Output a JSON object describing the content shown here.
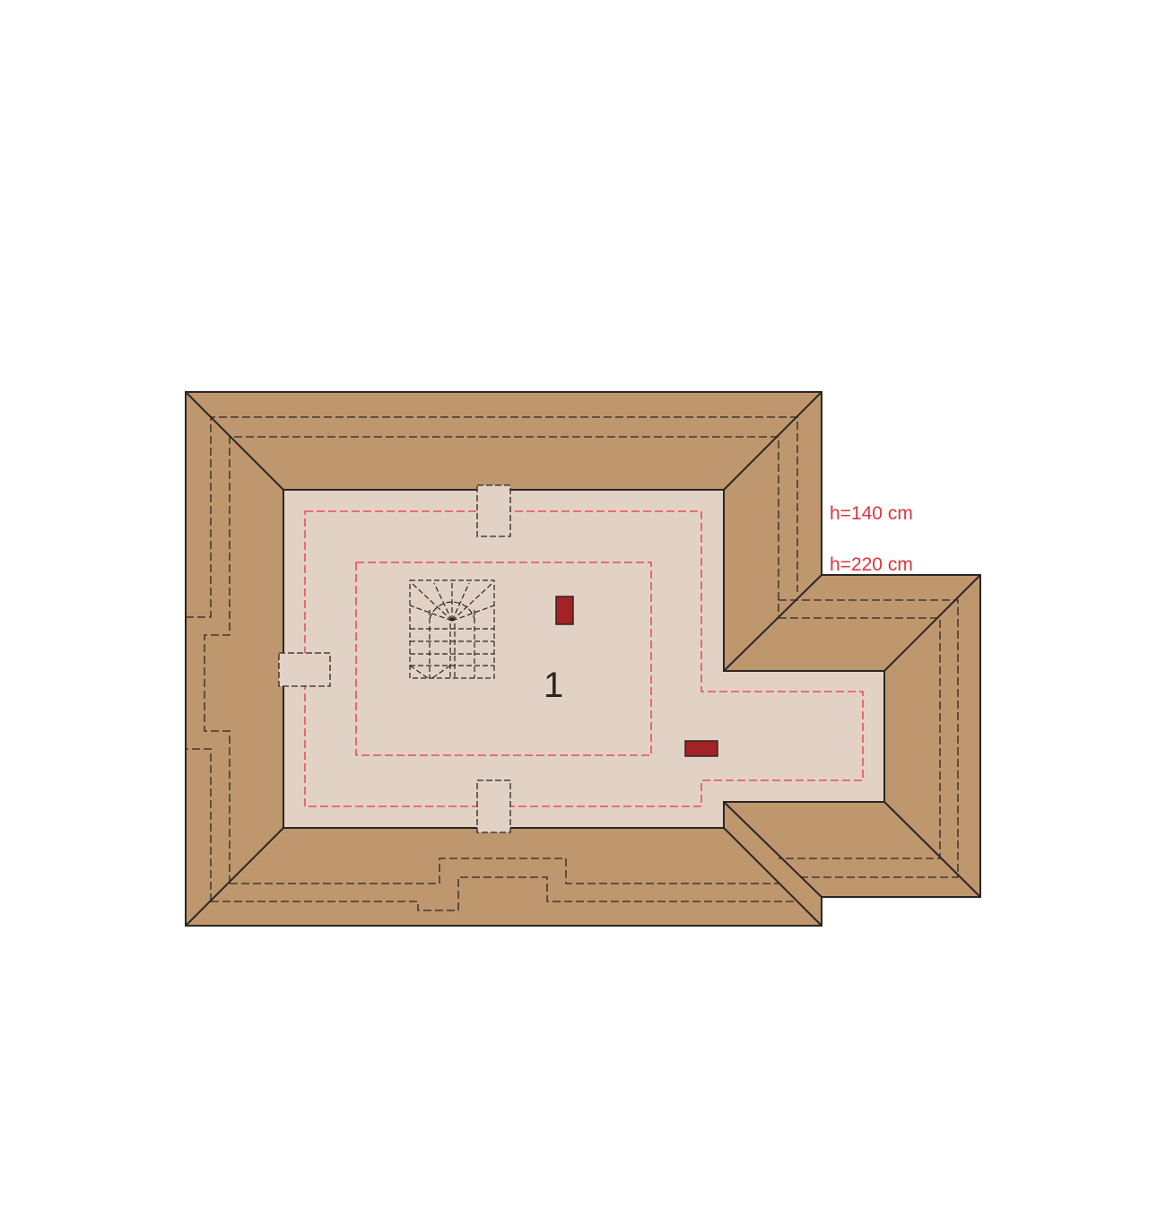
{
  "plan": {
    "room_number": "1",
    "height_labels": [
      "h=140 cm",
      "h=220 cm"
    ],
    "colors": {
      "roof": "#bf976e",
      "floor": "#e2d2c6",
      "outline": "#2b2623",
      "height_line": "#e8343f",
      "chimney": "#a52224"
    }
  }
}
